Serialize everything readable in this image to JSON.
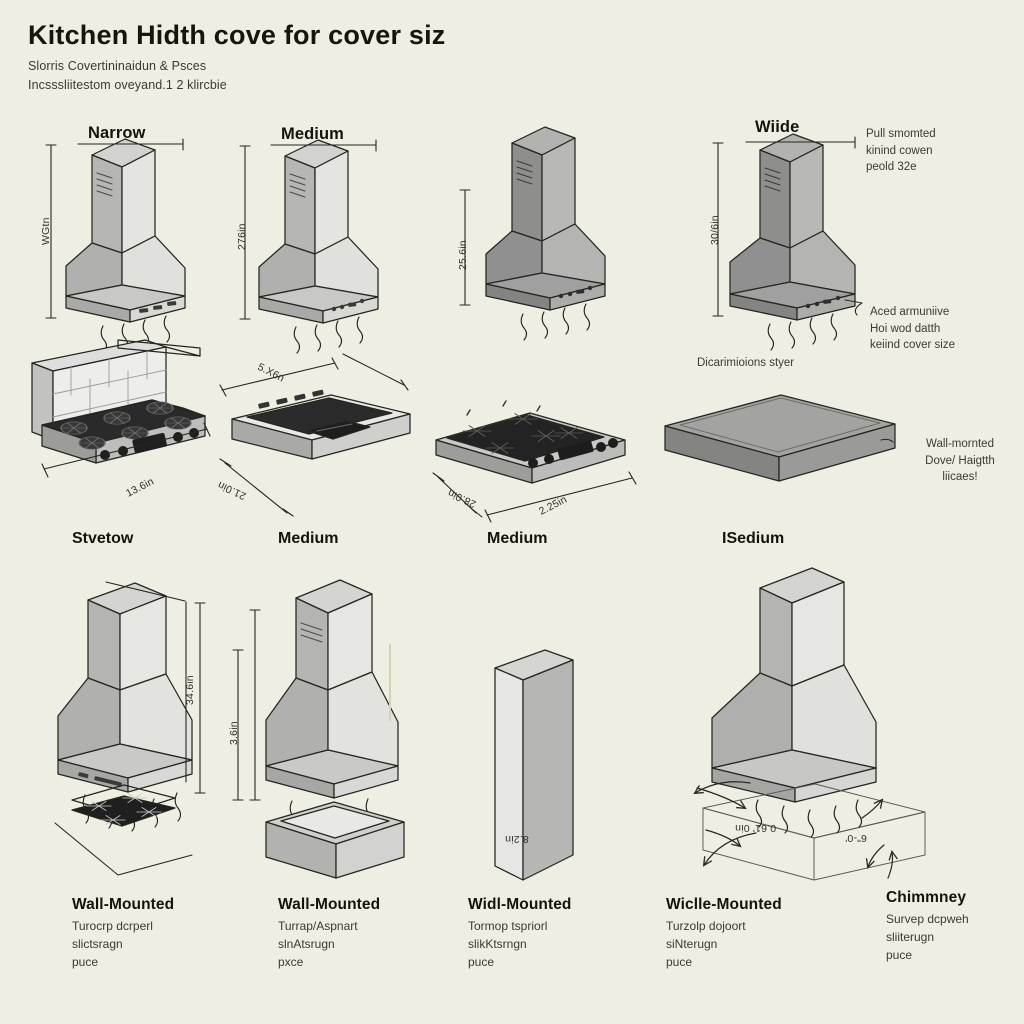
{
  "page": {
    "background_color": "#efeee3",
    "title": "Kitchen Hidth cove for cover siz",
    "subtitle_line1": "Slorris Covertininaidun & Psces",
    "subtitle_line2": "Incsssliitestom oveyand.1 2 klircbie"
  },
  "palette": {
    "ink": "#1c1c1a",
    "face_light": "#e4e4e1",
    "face_mid": "#c6c6c4",
    "face_dark": "#a9a9a7",
    "metal_light": "#d2d2d0",
    "metal_mid": "#b0b0ae",
    "metal_dark": "#8e8e8c",
    "burner_black": "#2b2b2b",
    "griddle": "#9e9e9c"
  },
  "row_top": {
    "items": [
      {
        "label": "Narrow",
        "height_dim": "WGtn",
        "width_dim": "",
        "tone": "light",
        "has_top_rule": true
      },
      {
        "label": "Medium",
        "height_dim": "276in",
        "width_dim": "",
        "tone": "light",
        "has_top_rule": true
      },
      {
        "label": "",
        "height_dim": "25.6in",
        "width_dim": "",
        "tone": "dark",
        "has_top_rule": false
      },
      {
        "label": "Wiide",
        "height_dim": "30/6in",
        "width_dim": "",
        "tone": "dark",
        "has_top_rule": true
      }
    ],
    "right_note_1": "Pull smomted\nkinind cowen\npeold 32e",
    "right_note_1_lines": [
      "Pull smomted",
      "kinind cowen",
      "peold 32e"
    ],
    "right_note_2_lines": [
      "Aced armuniive",
      "Hoi wod datth",
      "keiind cover size"
    ]
  },
  "row_mid": {
    "items": [
      {
        "label": "Stvetow",
        "dim_front": "13.6in",
        "dim_side": "",
        "type": "range-with-backsplash"
      },
      {
        "label": "Medium",
        "dim_front": "5.X6n",
        "dim_side": "21.0in",
        "type": "electric-cooktop"
      },
      {
        "label": "Medium",
        "dim_front": "2.25in",
        "dim_side": "28.0in",
        "type": "gas-cooktop"
      },
      {
        "label": "ISedium",
        "dim_front": "",
        "dim_side": "",
        "type": "griddle-plate"
      }
    ],
    "note_above_griddle": "Dicarimioions styer",
    "right_note_lines": [
      "Wall-mornted",
      "Dove/ Haigtth",
      "liicaes!"
    ]
  },
  "row_bottom": {
    "items": [
      {
        "caption": "Wall-Mounted",
        "lines": [
          "Turocrp dcrperl",
          "slictsragn",
          "puce"
        ],
        "height_dim": "34.6in",
        "extra_dim": "",
        "type": "hood-over-cooktop"
      },
      {
        "caption": "Wall-Mounted",
        "lines": [
          "Turrap/Aspnart",
          "slnAtsrugn",
          "pxce"
        ],
        "height_dim": "3.6in",
        "extra_dim": "",
        "type": "hood-over-box"
      },
      {
        "caption": "Widl-Mounted",
        "lines": [
          "Tormop tspriorl",
          "slikKtsrngn",
          "puce"
        ],
        "height_dim": "8.2in",
        "extra_dim": "",
        "type": "flat-panel"
      },
      {
        "caption": "Wiclle-Mounted",
        "lines": [
          "Turzolp dojoort",
          "siNterugn",
          "puce"
        ],
        "height_dim": "",
        "extra_dim": "",
        "type": "spacer"
      },
      {
        "caption": "Chimmney",
        "lines": [
          "Survep dcpweh",
          "sliiterugn",
          "puce"
        ],
        "height_dim": "",
        "extra_dim": "",
        "type": "chimney-hood-with-arrows"
      }
    ],
    "floor_dim_left": "0.61' 0in",
    "floor_dim_right": "6\"-0'"
  }
}
